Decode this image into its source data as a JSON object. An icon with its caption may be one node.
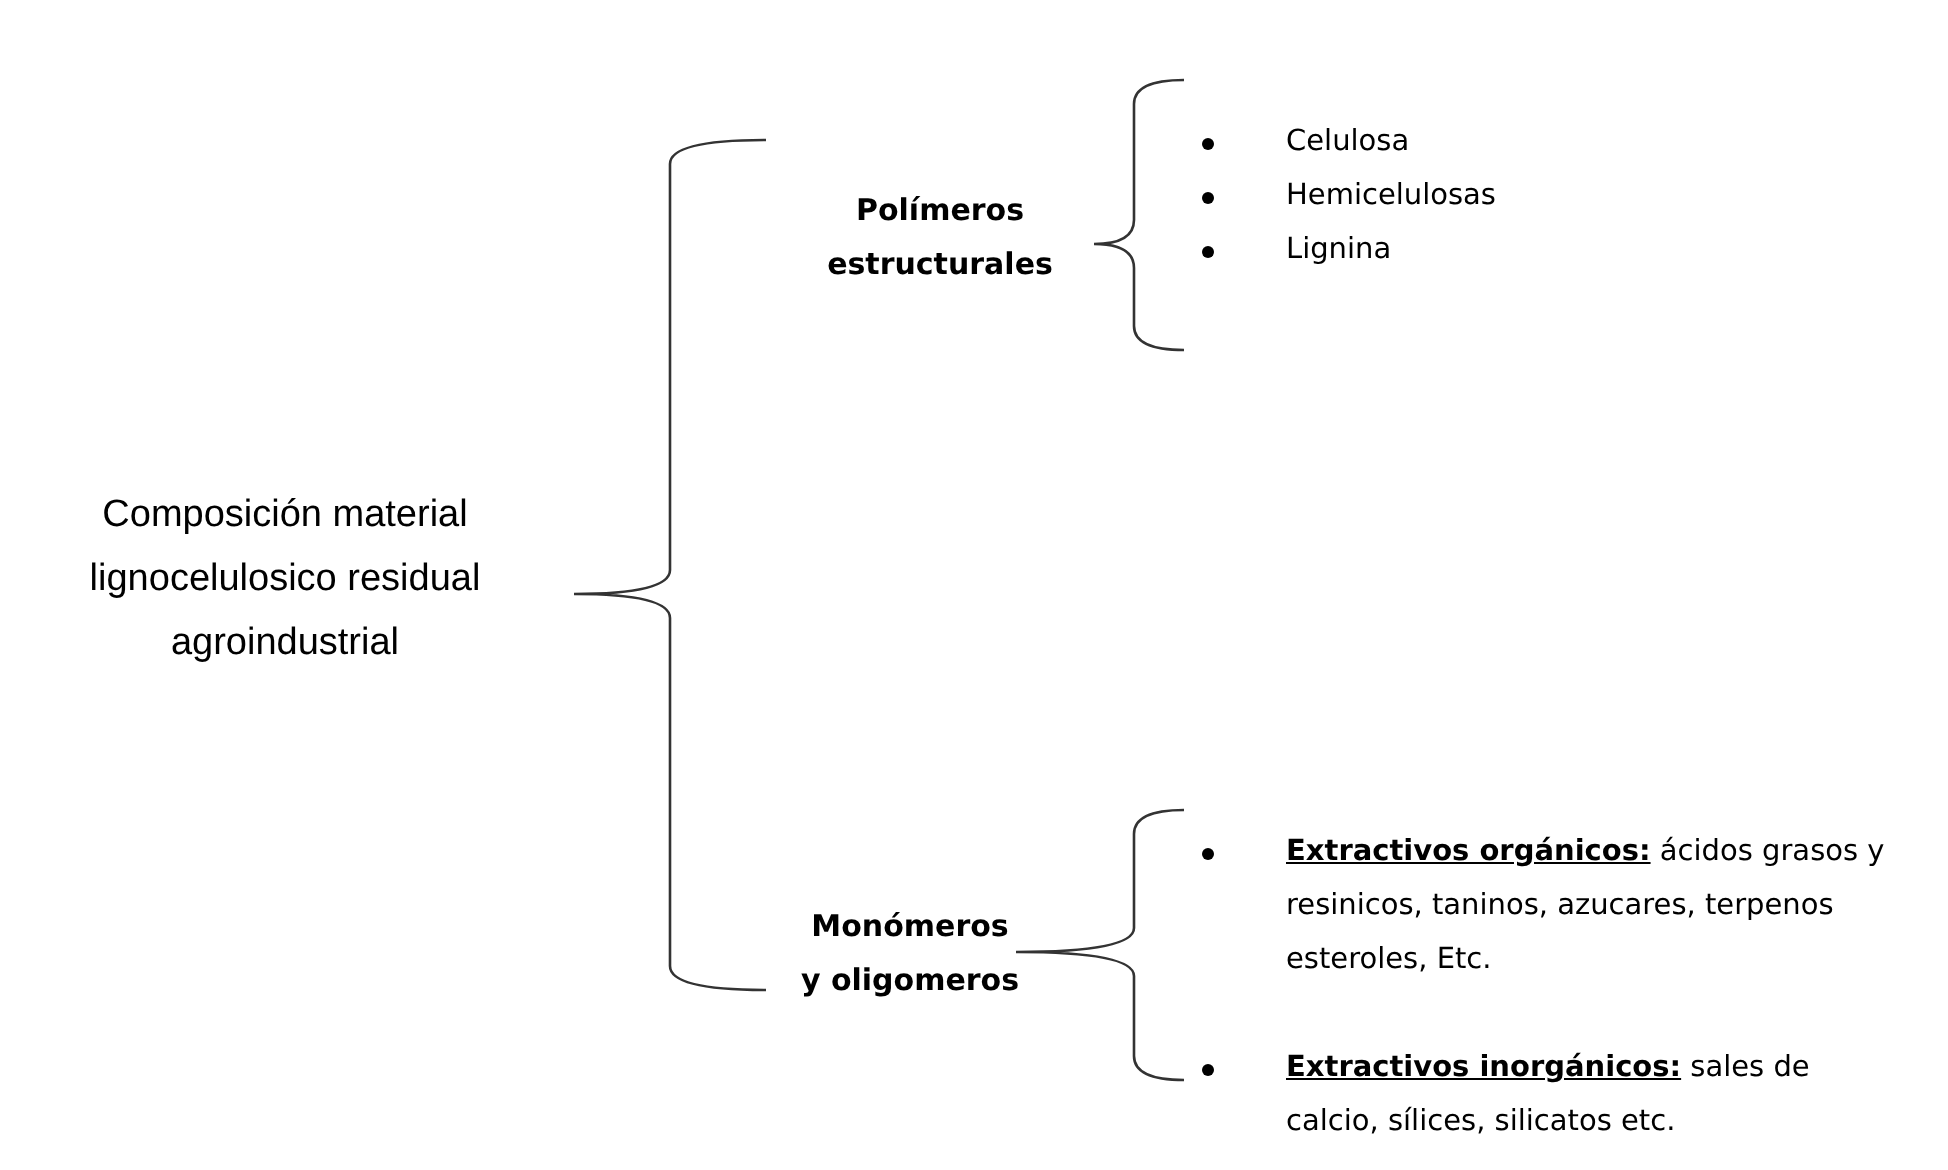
{
  "diagram": {
    "nodes": [
      {
        "text": [
          "Composición material lignocelulosico residual agroindustrial"
        ]
      },
      {
        "text": [
          "Polímeros estructurales"
        ]
      },
      {
        "text": [
          "Celulosa"
        ]
      },
      {
        "text": [
          "Hemicelulosas"
        ]
      },
      {
        "text": [
          "Lignina"
        ]
      },
      {
        "text": [
          "Monómeros y oligomeros"
        ]
      },
      {
        "text": [
          "**Extractivos orgánicos:** ácidos grasos y resinicos, taninos, azucares, terpenos esteroles, Etc."
        ]
      },
      {
        "text": [
          "**Extractivos inorgánicos:** sales de calcio, sílices, silicatos etc."
        ]
      }
    ]
  }
}
